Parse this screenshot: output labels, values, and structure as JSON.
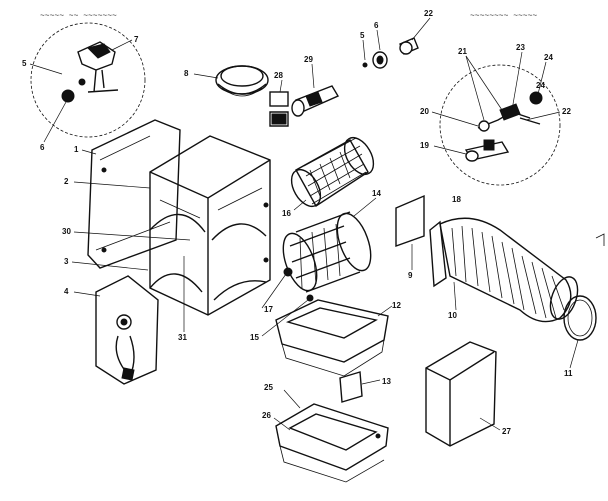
{
  "header": {
    "left_text": "~~~~~ ~~ ~~~~~~~",
    "right_text": "~~~~~~~~ ~~~~~"
  },
  "callouts": {
    "c1": "1",
    "c2": "2",
    "c3": "3",
    "c4": "4",
    "c5a": "5",
    "c5b": "5",
    "c6a": "6",
    "c6b": "6",
    "c7": "7",
    "c8": "8",
    "c9": "9",
    "c10": "10",
    "c11": "11",
    "c12": "12",
    "c13": "13",
    "c14": "14",
    "c15": "15",
    "c16": "16",
    "c17": "17",
    "c18": "18",
    "c19": "19",
    "c20": "20",
    "c21": "21",
    "c22a": "22",
    "c22b": "22",
    "c23": "23",
    "c24a": "24",
    "c24b": "24",
    "c25": "25",
    "c26": "26",
    "c27": "27",
    "c28": "28",
    "c29": "29",
    "c30": "30",
    "c31": "31"
  }
}
